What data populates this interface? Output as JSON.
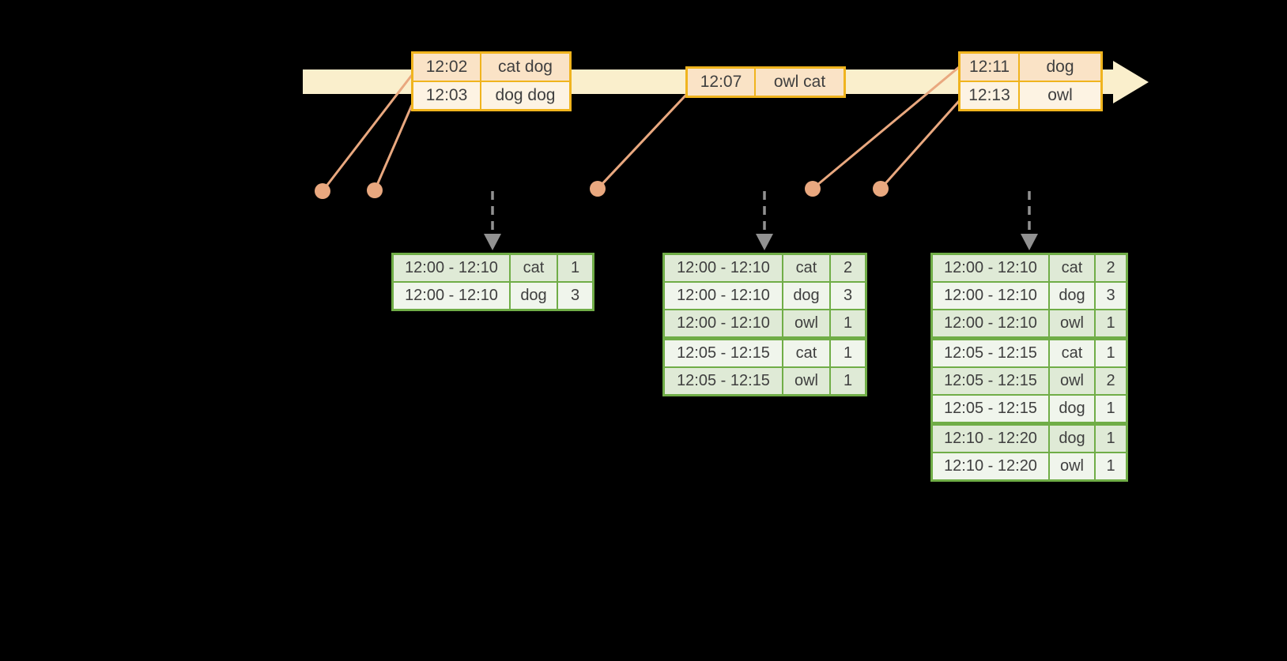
{
  "colors": {
    "background": "#000000",
    "band": "#FAEFCC",
    "gold": "#F0B41E",
    "peachDark": "#FAE3C6",
    "peachLight": "#FDF3E3",
    "salmon": "#E9A87F",
    "gray": "#919191",
    "green": "#70AD47",
    "greenDark": "#DFEAD6",
    "greenLight": "#F0F5EC",
    "text": "#3F3F3F"
  },
  "icons": {
    "timeline_arrowhead": "right-arrowhead-icon",
    "event_marker": "event-dot",
    "trigger_arrow": "dashed-down-arrow-icon"
  },
  "event_tables": [
    {
      "rows": [
        [
          "12:02",
          "cat dog"
        ],
        [
          "12:03",
          "dog dog"
        ]
      ]
    },
    {
      "rows": [
        [
          "12:07",
          "owl cat"
        ]
      ]
    },
    {
      "rows": [
        [
          "12:11",
          "dog"
        ],
        [
          "12:13",
          "owl"
        ]
      ]
    }
  ],
  "result_tables": [
    {
      "rows": [
        [
          "12:00 - 12:10",
          "cat",
          "1"
        ],
        [
          "12:00 - 12:10",
          "dog",
          "3"
        ]
      ],
      "group_starts": []
    },
    {
      "rows": [
        [
          "12:00 - 12:10",
          "cat",
          "2"
        ],
        [
          "12:00 - 12:10",
          "dog",
          "3"
        ],
        [
          "12:00 - 12:10",
          "owl",
          "1"
        ],
        [
          "12:05 - 12:15",
          "cat",
          "1"
        ],
        [
          "12:05 - 12:15",
          "owl",
          "1"
        ]
      ],
      "group_starts": [
        3
      ]
    },
    {
      "rows": [
        [
          "12:00 - 12:10",
          "cat",
          "2"
        ],
        [
          "12:00 - 12:10",
          "dog",
          "3"
        ],
        [
          "12:00 - 12:10",
          "owl",
          "1"
        ],
        [
          "12:05 - 12:15",
          "cat",
          "1"
        ],
        [
          "12:05 - 12:15",
          "owl",
          "2"
        ],
        [
          "12:05 - 12:15",
          "dog",
          "1"
        ],
        [
          "12:10 - 12:20",
          "dog",
          "1"
        ],
        [
          "12:10 - 12:20",
          "owl",
          "1"
        ]
      ],
      "group_starts": [
        3,
        6
      ]
    }
  ]
}
